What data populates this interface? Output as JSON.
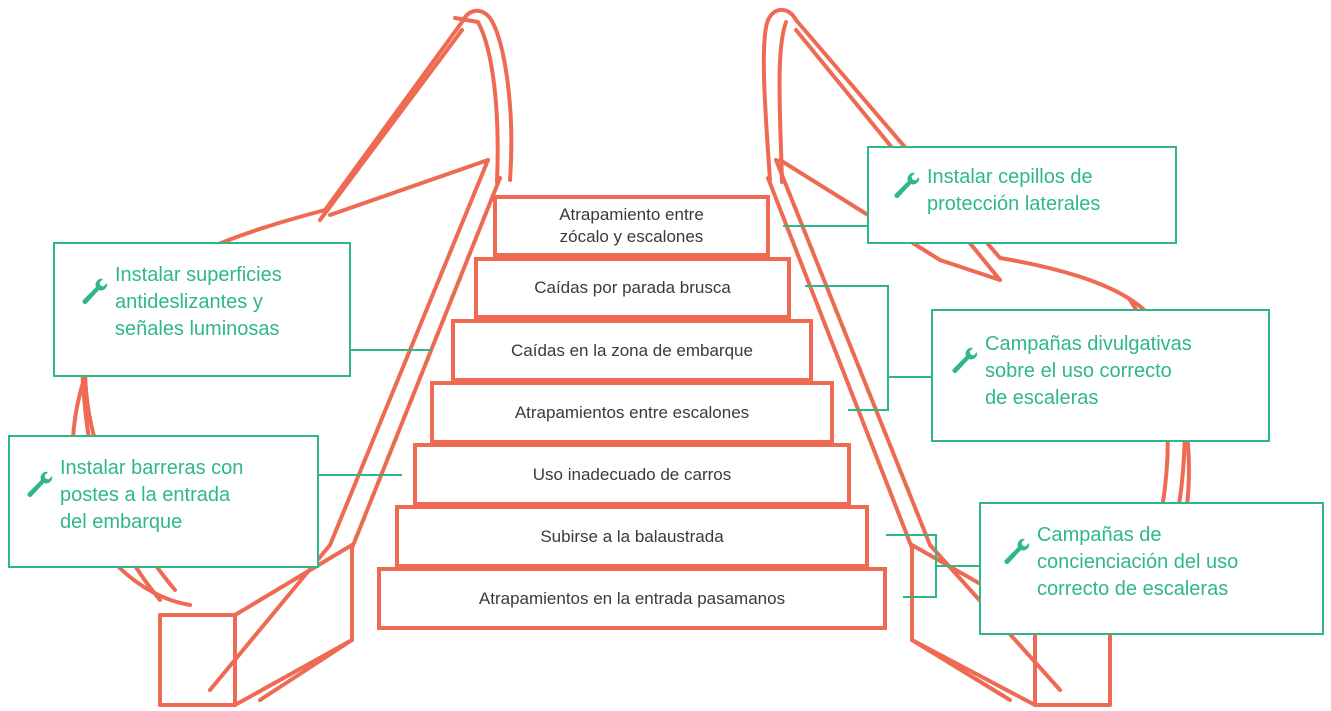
{
  "colors": {
    "escalator": "#EE6A52",
    "solution": "#2EB887",
    "step_text": "#3a3a3a"
  },
  "risks": [
    {
      "label": "Atrapamiento entre\nzócalo y escalones"
    },
    {
      "label": "Caídas por parada brusca"
    },
    {
      "label": "Caídas en la zona de embarque"
    },
    {
      "label": "Atrapamientos entre escalones"
    },
    {
      "label": "Uso inadecuado de carros"
    },
    {
      "label": "Subirse a la balaustrada"
    },
    {
      "label": "Atrapamientos en la entrada pasamanos"
    }
  ],
  "solutions": [
    {
      "label": "Instalar superficies\nantideslizantes y\nseñales luminosas",
      "icon": "wrench-icon"
    },
    {
      "label": "Instalar barreras con\npostes a la entrada\ndel embarque",
      "icon": "wrench-icon"
    },
    {
      "label": "Instalar cepillos de\nprotección laterales",
      "icon": "wrench-icon"
    },
    {
      "label": "Campañas divulgativas\nsobre el uso correcto\nde escaleras",
      "icon": "wrench-icon"
    },
    {
      "label": "Campañas de\nconcienciación del uso\ncorrecto de escaleras",
      "icon": "wrench-icon"
    }
  ]
}
